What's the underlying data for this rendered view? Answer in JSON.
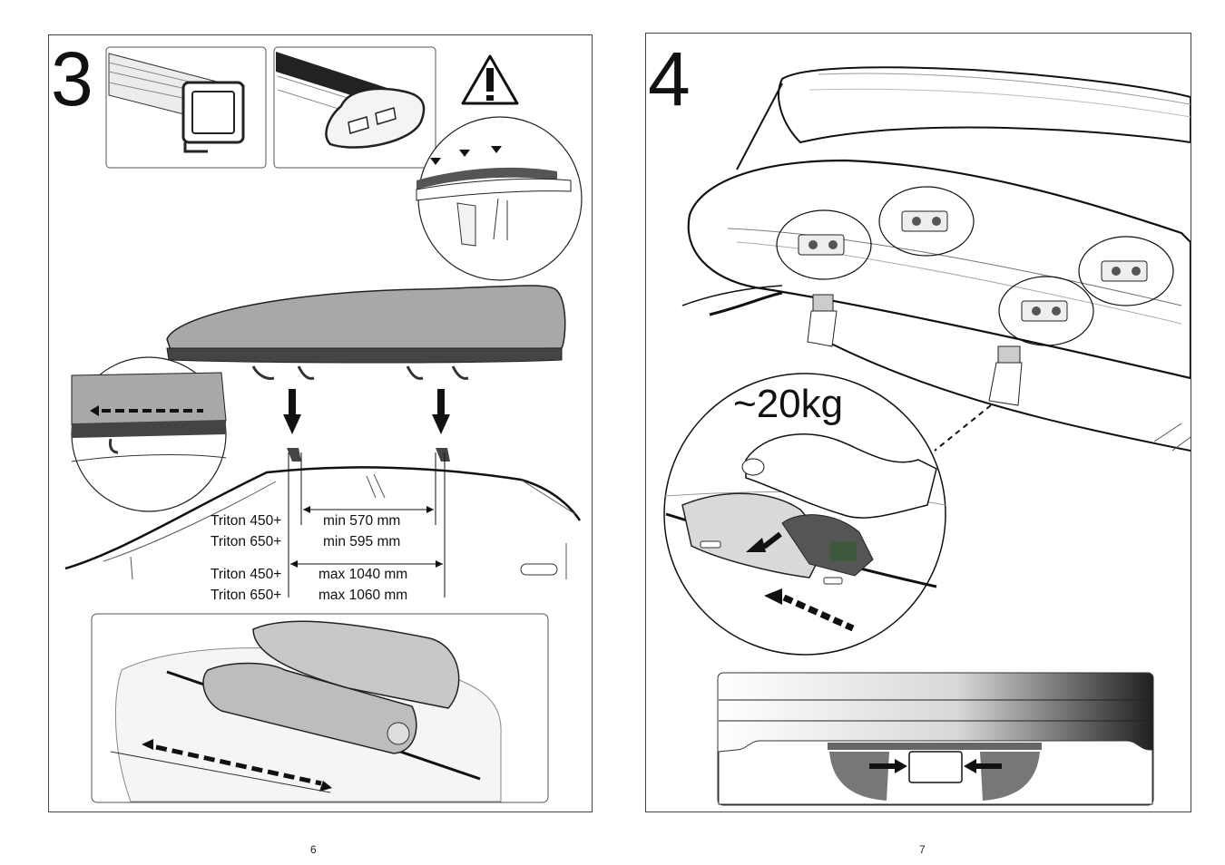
{
  "left_page": {
    "step_number": "3",
    "specs": {
      "min": [
        {
          "model": "Triton 450+",
          "value": "min 570 mm"
        },
        {
          "model": "Triton 650+",
          "value": "min 595 mm"
        }
      ],
      "max": [
        {
          "model": "Triton 450+",
          "value": "max 1040 mm"
        },
        {
          "model": "Triton 650+",
          "value": "max 1060 mm"
        }
      ]
    },
    "page_number": "6",
    "icons": [
      "warning-icon"
    ]
  },
  "right_page": {
    "step_number": "4",
    "weight_label": "~20kg",
    "page_number": "7"
  }
}
